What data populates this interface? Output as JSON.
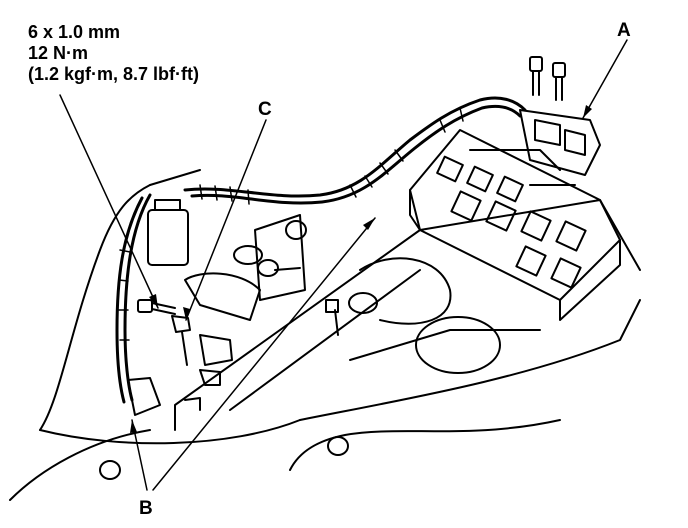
{
  "torque_spec": {
    "bolt_size": "6 x 1.0 mm",
    "torque_nm": "12 N·m",
    "torque_alt": "(1.2 kgf·m, 8.7 lbf·ft)"
  },
  "callouts": {
    "a": "A",
    "b": "B",
    "c": "C"
  },
  "colors": {
    "line": "#000000",
    "background": "#ffffff"
  }
}
